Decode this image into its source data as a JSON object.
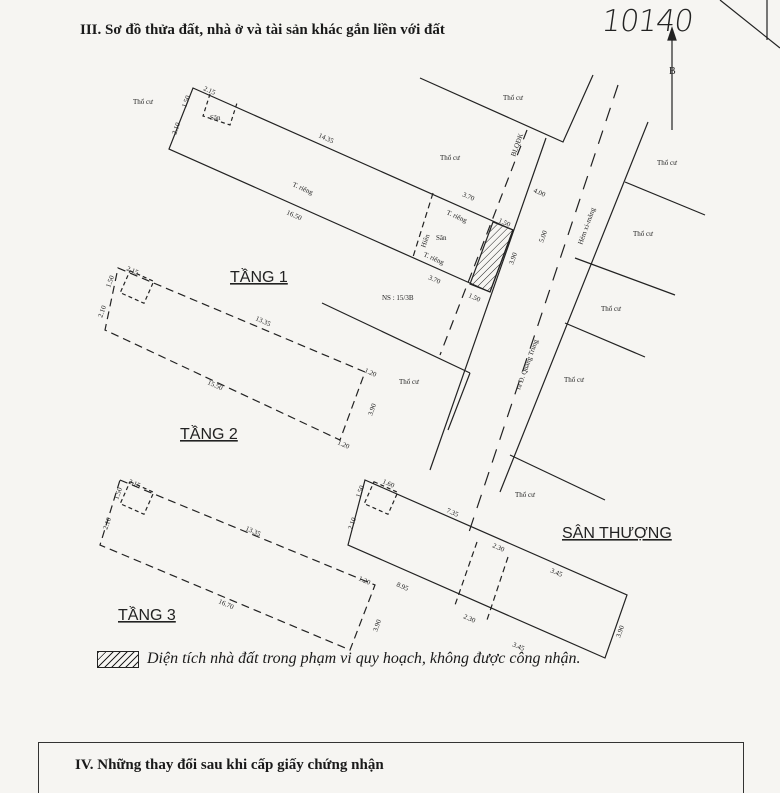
{
  "title": "III. Sơ đồ thửa đất, nhà ở và tài sản khác gắn liền với đất",
  "handwritten_number": "10140",
  "north_label": "B",
  "floors": {
    "tang1": "TẦNG 1",
    "tang2": "TẦNG 2",
    "tang3": "TẦNG 3",
    "san_thuong": "SÂN THƯỢNG"
  },
  "neighbor_label": "Thổ cư",
  "labels": {
    "san": "Sân",
    "hien": "Hiên",
    "t_rieng": "T. riêng",
    "ns": "NS : 15/3B",
    "blqdk": "BLQĐK",
    "hem": "Hẻm xi-măng",
    "road": "ra Đ. Quang Trung"
  },
  "dimensions": {
    "d215": "2.15",
    "d150": "1.50",
    "d210": "2.10",
    "d1435": "14.35",
    "d1335": "13.35",
    "d1650": "16.50",
    "d1550": "15.50",
    "d1670": "16.70",
    "d370": "3.70",
    "d390": "3.90",
    "d400": "4.00",
    "d500": "5.00",
    "d120": "1.20",
    "d160": "1.60",
    "d735": "7.35",
    "d230": "2.30",
    "d345": "3.45",
    "d895": "8.95"
  },
  "legend": "Diện tích nhà đất trong phạm vi quy hoạch, không được công nhận.",
  "section4_title": "IV. Những thay đổi sau khi cấp giấy chứng nhận"
}
